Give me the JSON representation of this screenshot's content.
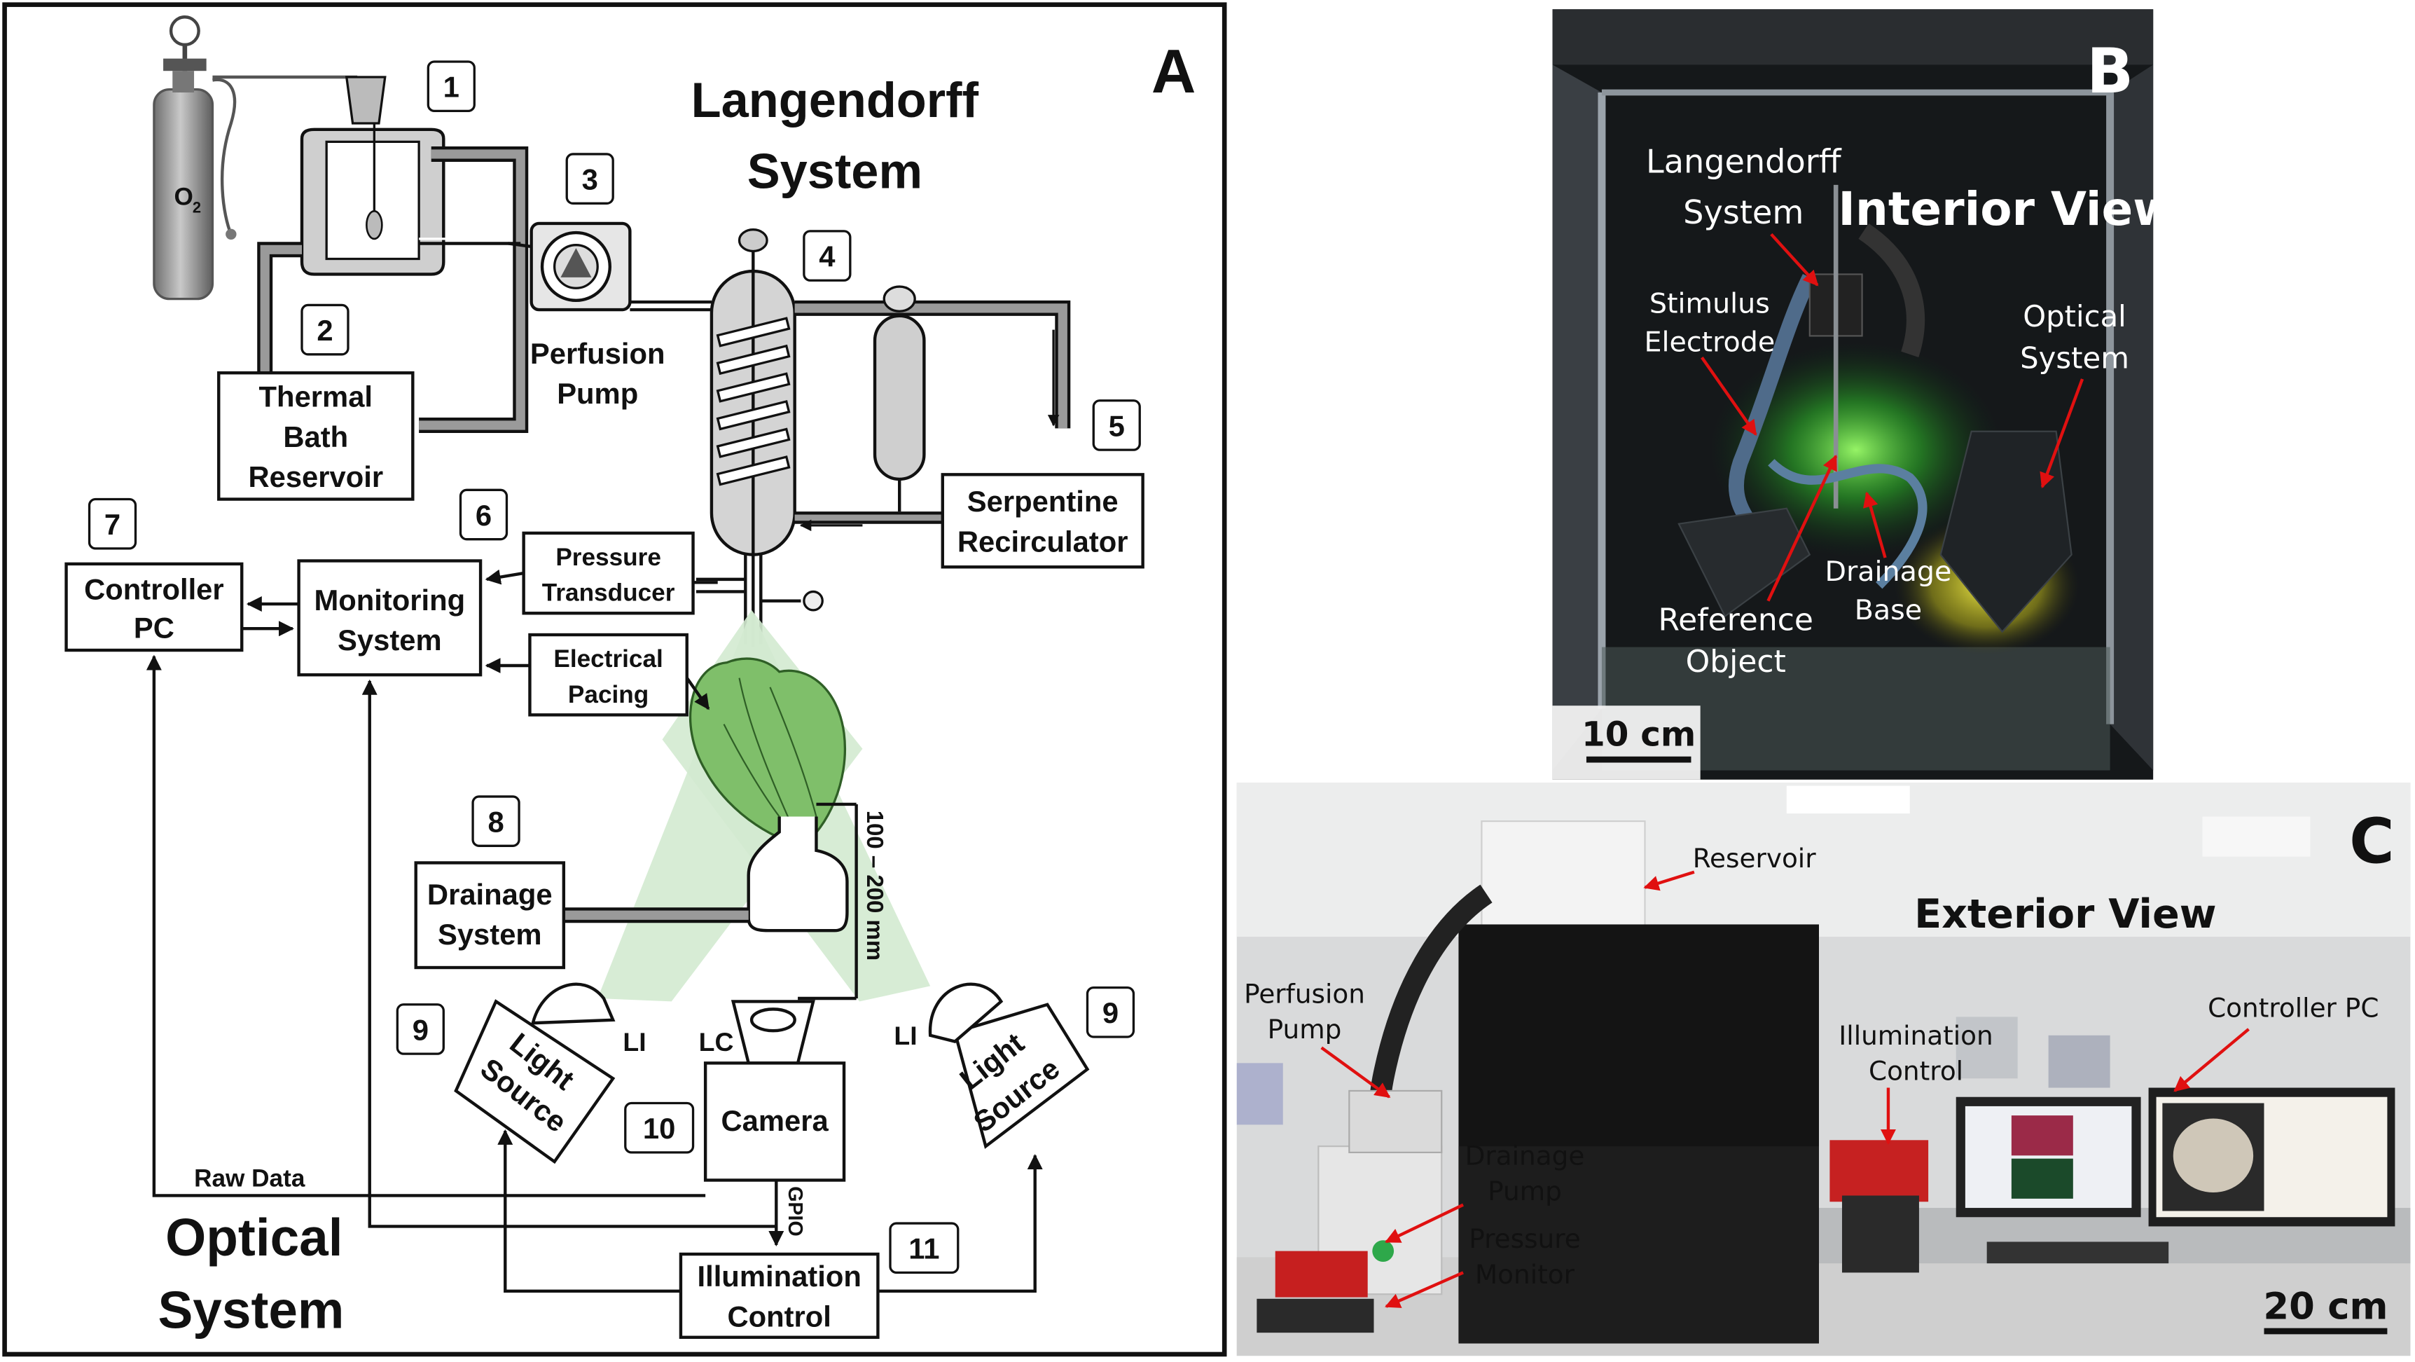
{
  "panel_a": {
    "letter": "A",
    "title_line1": "Langendorff",
    "title_line2": "System",
    "optical_line1": "Optical",
    "optical_line2": "System",
    "numbers": [
      "1",
      "2",
      "3",
      "4",
      "5",
      "6",
      "7",
      "8",
      "9",
      "9",
      "10",
      "11"
    ],
    "o2_label": "O",
    "o2_sub": "2",
    "thermal_bath": [
      "Thermal",
      "Bath",
      "Reservoir"
    ],
    "perfusion_pump": [
      "Perfusion",
      "Pump"
    ],
    "serpentine": [
      "Serpentine",
      "Recirculator"
    ],
    "pressure_transducer": [
      "Pressure",
      "Transducer"
    ],
    "electrical_pacing": [
      "Electrical",
      "Pacing"
    ],
    "monitoring": [
      "Monitoring",
      "System"
    ],
    "controller": [
      "Controller",
      "PC"
    ],
    "drainage": [
      "Drainage",
      "System"
    ],
    "light_source": [
      "Light",
      "Source"
    ],
    "li_label": "LI",
    "lc_label": "LC",
    "camera": "Camera",
    "illumination": [
      "Illumination",
      "Control"
    ],
    "raw_data": "Raw Data",
    "gpio": "GPIO",
    "distance": "100 – 200 mm",
    "colors": {
      "heart_green": "#7fbf6a",
      "beam_green": "#cfe8c6",
      "tube_gray": "#8c8c8c"
    }
  },
  "panel_b": {
    "letter": "B",
    "heading": "Interior View",
    "langendorff": [
      "Langendorff",
      "System"
    ],
    "stimulus": [
      "Stimulus",
      "Electrode"
    ],
    "optical": [
      "Optical",
      "System"
    ],
    "drainage_base": [
      "Drainage",
      "Base"
    ],
    "reference": [
      "Reference",
      "Object"
    ],
    "scale": "10 cm"
  },
  "panel_c": {
    "letter": "C",
    "heading": "Exterior View",
    "reservoir": "Reservoir",
    "perfusion_pump": [
      "Perfusion",
      "Pump"
    ],
    "illumination": [
      "Illumination",
      "Control"
    ],
    "controller_pc": "Controller PC",
    "drainage_pump": [
      "Drainage",
      "Pump"
    ],
    "pressure_monitor": [
      "Pressure",
      "Monitor"
    ],
    "scale": "20 cm"
  }
}
